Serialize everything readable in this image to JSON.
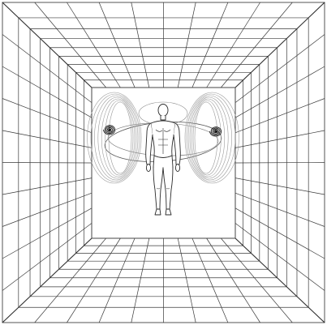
{
  "illustration": {
    "colors": {
      "background": "#ffffff",
      "grid_line": "#3a3a3a",
      "grid_line_light": "#8a8a8a",
      "figure_line": "#2a2a2a",
      "orbit_line": "#9a9a9a",
      "vortex": "#1a1a1a"
    },
    "elements": [
      "perspective-grid-room",
      "standing-human-figure",
      "elliptical-orbit-rings",
      "spiral-vortex-left",
      "spiral-vortex-right"
    ]
  }
}
